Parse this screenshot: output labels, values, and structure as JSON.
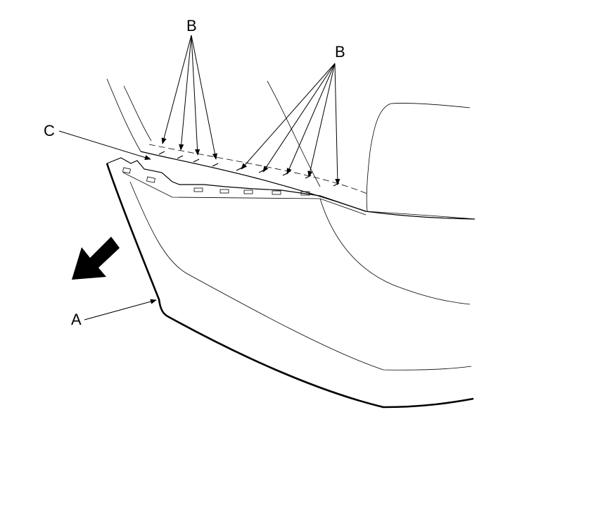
{
  "callouts": {
    "a": "A",
    "b_left": "B",
    "b_right": "B",
    "c": "C"
  },
  "icons": [
    "removal-direction-arrow-icon"
  ],
  "colors": {
    "line": "#000000",
    "background": "#ffffff"
  }
}
